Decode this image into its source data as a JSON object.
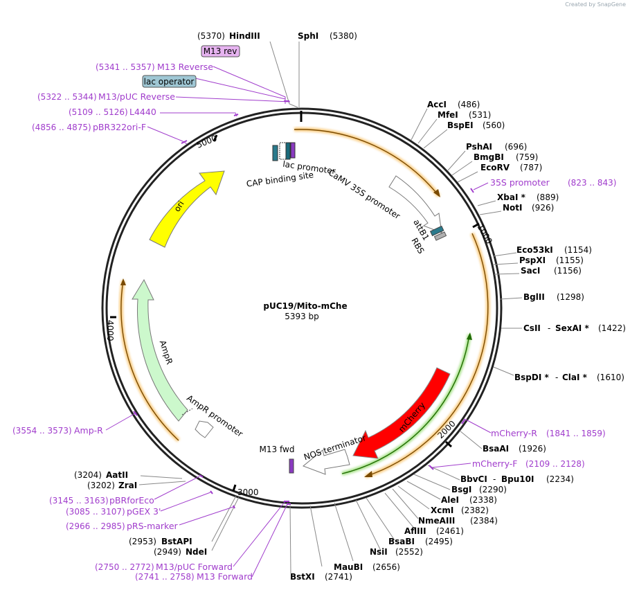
{
  "credit": "Created by SnapGene",
  "title": "pUC19/Mito-mChe",
  "subtitle": "5393 bp",
  "ticks": [
    "1000",
    "2000",
    "3000",
    "4000",
    "5000"
  ],
  "features": {
    "ori": "ori",
    "ampr": "AmpR",
    "ampr_promoter": "AmpR promoter",
    "lac_promoter": "lac promoter",
    "cap_site": "CAP binding site",
    "camv": "CaMV 35S promoter",
    "attb1": "attB1",
    "rbs": "RBS",
    "mcherry": "mCherry",
    "nos": "NOS terminator",
    "m13fwd": "M13 fwd"
  },
  "boxes": {
    "m13rev": "M13 rev",
    "lacop": "lac operator"
  },
  "sites": {
    "hindiii": {
      "name": "HindIII",
      "pos": "(5370)"
    },
    "sphi": {
      "name": "SphI",
      "pos": "(5380)"
    },
    "acci": {
      "name": "AccI",
      "pos": "(486)"
    },
    "mfei": {
      "name": "MfeI",
      "pos": "(531)"
    },
    "bspei": {
      "name": "BspEI",
      "pos": "(560)"
    },
    "pshai": {
      "name": "PshAI",
      "pos": "(696)"
    },
    "bmgbi": {
      "name": "BmgBI",
      "pos": "(759)"
    },
    "ecorv": {
      "name": "EcoRV",
      "pos": "(787)"
    },
    "xbai": {
      "name": "XbaI *",
      "pos": "(889)"
    },
    "noti": {
      "name": "NotI",
      "pos": "(926)"
    },
    "eco53ki": {
      "name": "Eco53kI",
      "pos": "(1154)"
    },
    "pspxi": {
      "name": "PspXI",
      "pos": "(1155)"
    },
    "saci": {
      "name": "SacI",
      "pos": "(1156)"
    },
    "bglii": {
      "name": "BglII",
      "pos": "(1298)"
    },
    "csii": {
      "name": "CsII",
      "pos": "(1422)"
    },
    "sexai": {
      "name": "SexAI *",
      "pos": ""
    },
    "bspdi": {
      "name": "BspDI *",
      "pos": "(1610)"
    },
    "clai": {
      "name": "ClaI *",
      "pos": ""
    },
    "bsaai": {
      "name": "BsaAI",
      "pos": "(1926)"
    },
    "bbvci": {
      "name": "BbvCI",
      "pos": "(2234)"
    },
    "bpu10i": {
      "name": "Bpu10I",
      "pos": ""
    },
    "bsgi": {
      "name": "BsgI",
      "pos": "(2290)"
    },
    "alei": {
      "name": "AleI",
      "pos": "(2338)"
    },
    "xcmi": {
      "name": "XcmI",
      "pos": "(2382)"
    },
    "nmeaiii": {
      "name": "NmeAIII",
      "pos": "(2384)"
    },
    "afliii": {
      "name": "AflIII",
      "pos": "(2461)"
    },
    "bsabi": {
      "name": "BsaBI",
      "pos": "(2495)"
    },
    "nsii": {
      "name": "NsiI",
      "pos": "(2552)"
    },
    "maubi": {
      "name": "MauBI",
      "pos": "(2656)"
    },
    "bstxi": {
      "name": "BstXI",
      "pos": "(2741)"
    },
    "ndei": {
      "name": "NdeI",
      "pos": "(2949)"
    },
    "bstapi": {
      "name": "BstAPI",
      "pos": "(2953)"
    },
    "zrai": {
      "name": "ZraI",
      "pos": "(3202)"
    },
    "aatii": {
      "name": "AatII",
      "pos": "(3204)"
    }
  },
  "primers": {
    "m13reverse": {
      "range": "(5341 .. 5357)",
      "name": "M13 Reverse"
    },
    "m13pucrev": {
      "range": "(5322 .. 5344)",
      "name": "M13/pUC Reverse"
    },
    "l4440": {
      "range": "(5109 .. 5126)",
      "name": "L4440"
    },
    "pbr322": {
      "range": "(4856 .. 4875)",
      "name": "pBR322ori-F"
    },
    "p35s": {
      "name": "35S promoter",
      "range": "(823 .. 843)"
    },
    "mcherryr": {
      "name": "mCherry-R",
      "range": "(1841 .. 1859)"
    },
    "mcherryf": {
      "name": "mCherry-F",
      "range": "(2109 .. 2128)"
    },
    "ampr": {
      "range": "(3554 .. 3573)",
      "name": "Amp-R"
    },
    "pbrforeco": {
      "range": "(3145 .. 3163)",
      "name": "pBRforEco"
    },
    "pgex3": {
      "range": "(3085 .. 3107)",
      "name": "pGEX 3'"
    },
    "prs": {
      "range": "(2966 .. 2985)",
      "name": "pRS-marker"
    },
    "m13pucfwd": {
      "range": "(2750 .. 2772)",
      "name": "M13/pUC Forward"
    },
    "m13forward": {
      "range": "(2741 .. 2758)",
      "name": "M13 Forward"
    }
  },
  "colors": {
    "backbone": "#222222",
    "primer": "#a03ccc",
    "ori": "#ffff00",
    "ampr": "#ccf8cc",
    "mcherry": "#ff0000",
    "orf": "#f5a623",
    "green_orf": "#33aa00",
    "lac_operator_box": "#9fc7d4",
    "m13rev_box": "#e6b3f0"
  }
}
